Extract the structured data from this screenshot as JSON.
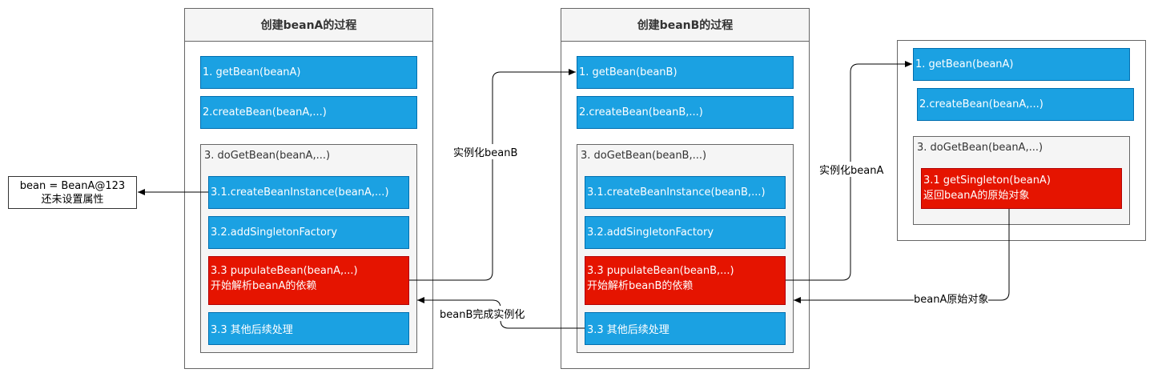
{
  "lane_a": {
    "title": "创建beanA的过程",
    "get_bean": "1. getBean(beanA)",
    "create_bean": "2.createBean(beanA,...)",
    "do_get_bean": "3. doGetBean(beanA,...)",
    "create_instance": "3.1.createBeanInstance(beanA,...)",
    "add_factory": "3.2.addSingletonFactory",
    "populate_line1": "3.3 pupulateBean(beanA,...)",
    "populate_line2": "开始解析beanA的依赖",
    "other": "3.3 其他后续处理"
  },
  "lane_b": {
    "title": "创建beanB的过程",
    "get_bean": "1. getBean(beanB)",
    "create_bean": "2.createBean(beanB,...)",
    "do_get_bean": "3. doGetBean(beanB,...)",
    "create_instance": "3.1.createBeanInstance(beanB,...)",
    "add_factory": "3.2.addSingletonFactory",
    "populate_line1": "3.3 pupulateBean(beanB,...)",
    "populate_line2": "开始解析beanB的依赖",
    "other": "3.3 其他后续处理"
  },
  "lane_c": {
    "get_bean": "1. getBean(beanA)",
    "create_bean": "2.createBean(beanA,...)",
    "do_get_bean": "3. doGetBean(beanA,...)",
    "get_singleton_line1": "3.1 getSingleton(beanA)",
    "get_singleton_line2": "返回beanA的原始对象"
  },
  "note": {
    "line1": "bean = BeanA@123",
    "line2": "还未设置属性"
  },
  "edge_labels": {
    "instantiate_b": "实例化beanB",
    "instantiate_a": "实例化beanA",
    "b_done": "beanB完成实例化",
    "a_raw": "beanA原始对象"
  },
  "colors": {
    "blue_fill": "#1ba1e2",
    "red_fill": "#e51400",
    "group_fill": "#f5f5f5"
  }
}
